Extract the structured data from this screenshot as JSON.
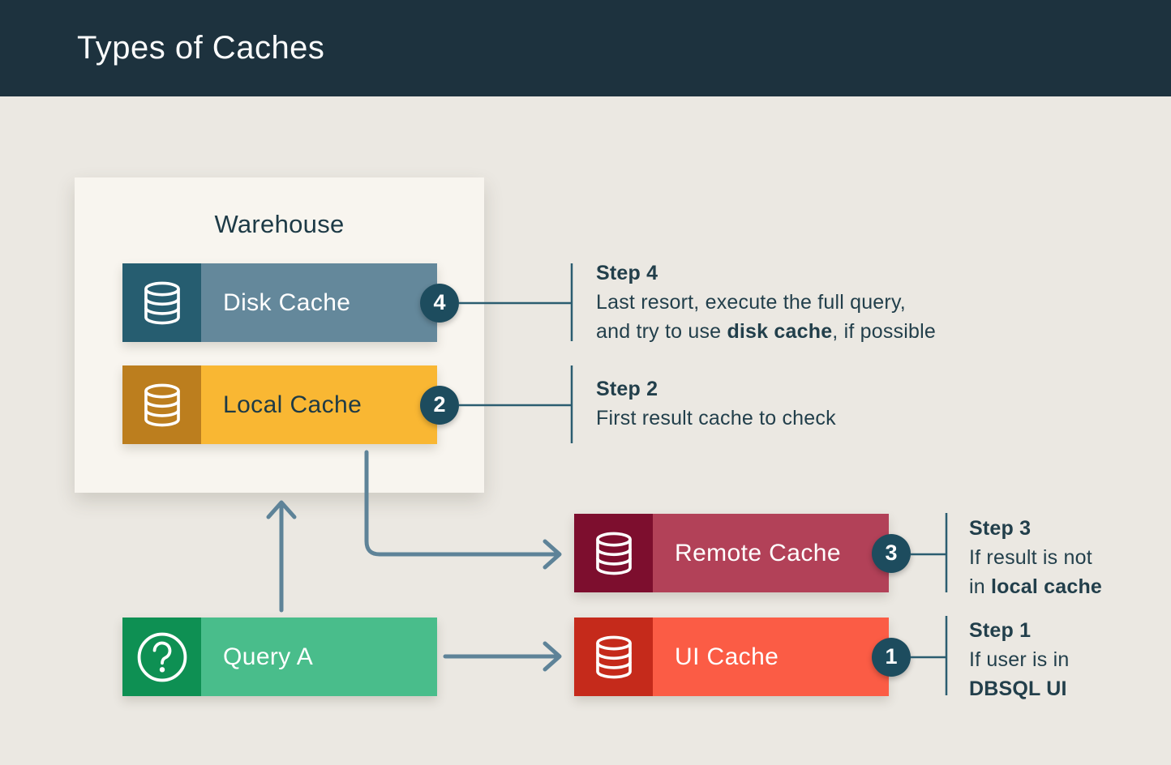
{
  "header": {
    "title": "Types of Caches"
  },
  "diagram": {
    "warehouse_label": "Warehouse",
    "bars": {
      "disk": {
        "label": "Disk Cache",
        "badge": "4",
        "icon": "database-icon"
      },
      "local": {
        "label": "Local Cache",
        "badge": "2",
        "icon": "database-icon"
      },
      "remote": {
        "label": "Remote Cache",
        "badge": "3",
        "icon": "database-icon"
      },
      "ui": {
        "label": "UI Cache",
        "badge": "1",
        "icon": "database-icon"
      },
      "query": {
        "label": "Query A",
        "icon": "question-mark-icon"
      }
    },
    "steps": {
      "step4": {
        "title": "Step 4",
        "line1": "Last resort, execute the full query,",
        "line2_pre": "and try to use ",
        "line2_bold": "disk cache",
        "line2_post": ", if possible"
      },
      "step2": {
        "title": "Step 2",
        "line1": "First result cache to check"
      },
      "step3": {
        "title": "Step 3",
        "line1": "If result is not",
        "line2_pre": "in ",
        "line2_bold": "local cache"
      },
      "step1": {
        "title": "Step 1",
        "line1": "If user is in",
        "line2_bold": "DBSQL UI"
      }
    },
    "colors": {
      "header_bg": "#1d323e",
      "canvas_bg": "#ebe8e2",
      "panel_bg": "#f8f5ef",
      "badge_bg": "#1d4c5e",
      "arrow": "#5e8398",
      "connector_line": "#2b5d70",
      "text_dark": "#1d3a46",
      "disk_icon_bg": "#265d70",
      "disk_body_bg": "#64889b",
      "local_icon_bg": "#bc7e1e",
      "local_body_bg": "#f9b733",
      "remote_icon_bg": "#7d0e2e",
      "remote_body_bg": "#b24158",
      "ui_icon_bg": "#c52a1b",
      "ui_body_bg": "#fb5c45",
      "query_icon_bg": "#0e9053",
      "query_body_bg": "#49bd8b"
    }
  }
}
